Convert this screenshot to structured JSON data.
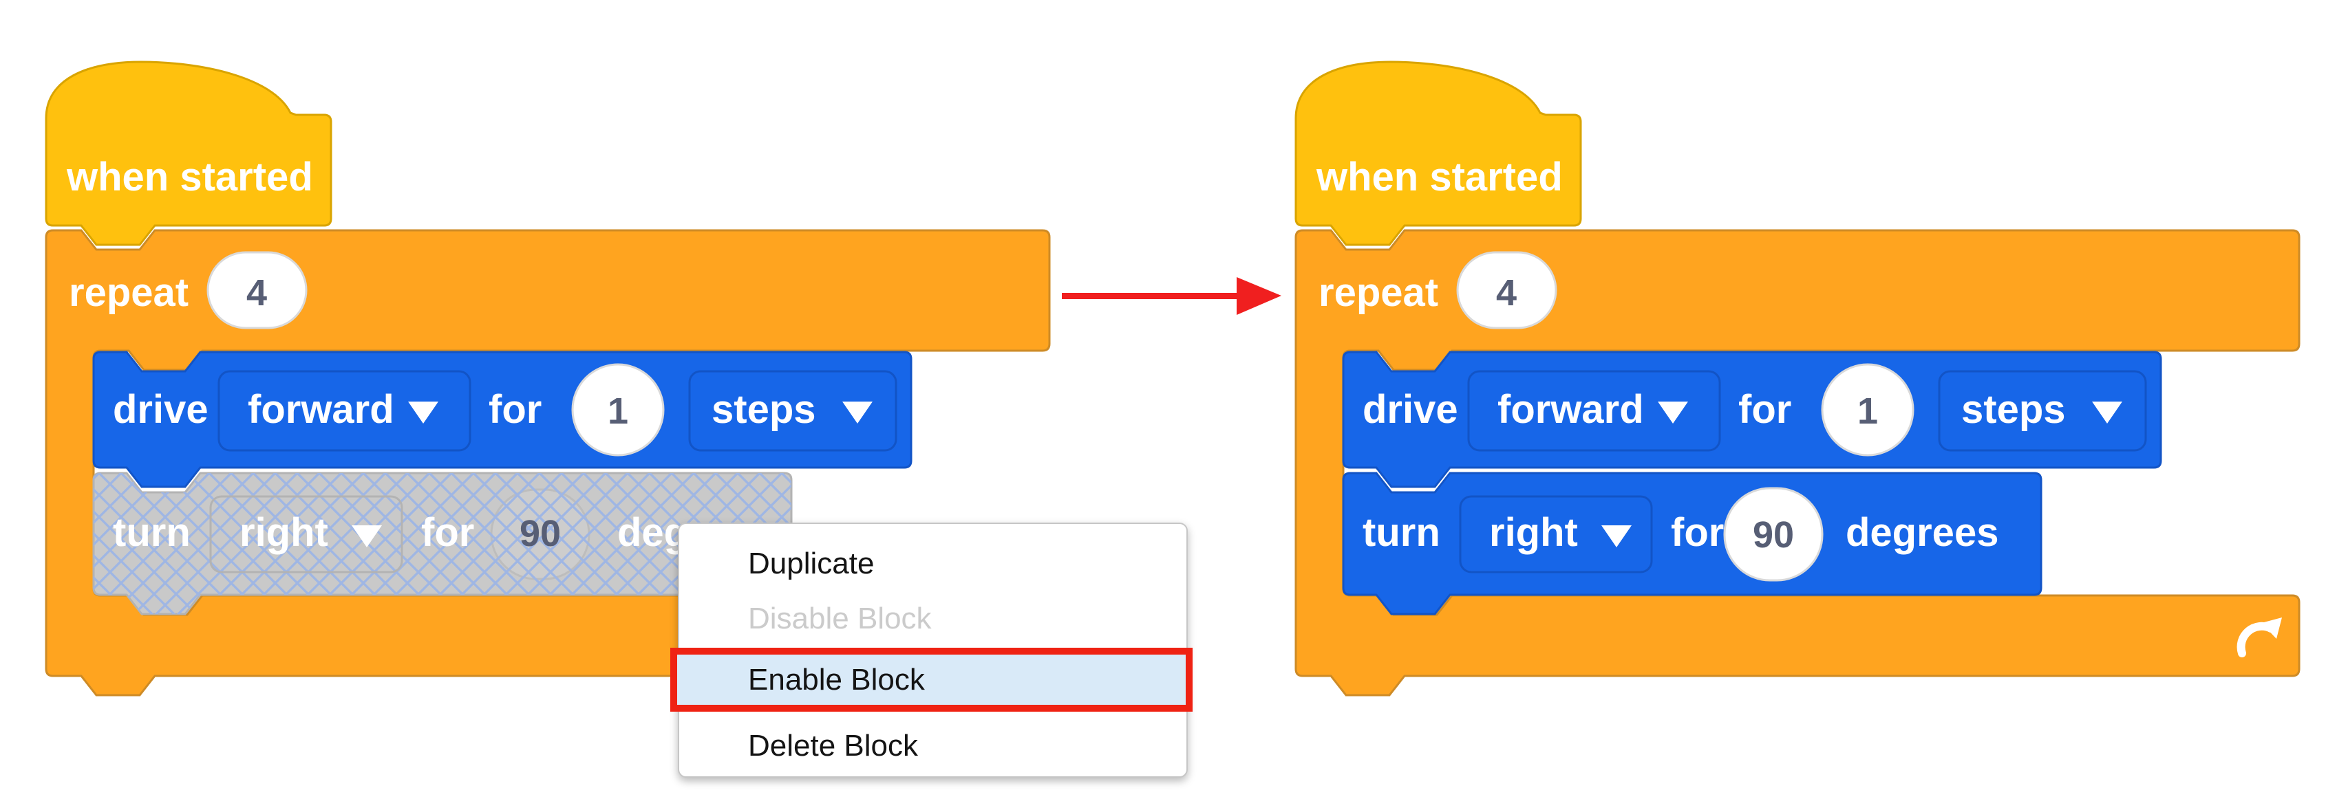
{
  "stacks": {
    "left": {
      "hat_label": "when started",
      "repeat_label": "repeat",
      "repeat_count": "4",
      "drive_label": "drive",
      "drive_direction": "forward",
      "drive_for": "for",
      "drive_value": "1",
      "drive_unit": "steps",
      "turn_label": "turn",
      "turn_direction": "right",
      "turn_for": "for",
      "turn_value": "90",
      "turn_unit": "degrees",
      "turn_state": "disabled"
    },
    "right": {
      "hat_label": "when started",
      "repeat_label": "repeat",
      "repeat_count": "4",
      "drive_label": "drive",
      "drive_direction": "forward",
      "drive_for": "for",
      "drive_value": "1",
      "drive_unit": "steps",
      "turn_label": "turn",
      "turn_direction": "right",
      "turn_for": "for",
      "turn_value": "90",
      "turn_unit": "degrees",
      "turn_state": "enabled"
    }
  },
  "context_menu": {
    "items": [
      {
        "label": "Duplicate",
        "state": "normal"
      },
      {
        "label": "Disable Block",
        "state": "disabled"
      },
      {
        "label": "Enable Block",
        "state": "highlighted"
      },
      {
        "label": "Delete Block",
        "state": "normal"
      }
    ]
  },
  "icons": {
    "dropdown_caret": "chevron-down",
    "loop_arrow": "curved-repeat-arrow",
    "transition_arrow": "red-right-arrow"
  },
  "colors": {
    "hat_fill": "#FFC10E",
    "hat_stroke": "#D9A400",
    "control_fill": "#FFA41F",
    "control_stroke": "#CE8B26",
    "motion_fill": "#1766E8",
    "motion_stroke": "#1254C6",
    "disabled_fill": "#C9C9C9",
    "disabled_stroke": "#B3B3B3",
    "disabled_hatch": "#9FB6E4",
    "value_text": "#575E75",
    "menu_highlight_bg": "#D9EAF8",
    "highlight_red": "#EF2213",
    "arrow_red": "#F01F1F"
  }
}
